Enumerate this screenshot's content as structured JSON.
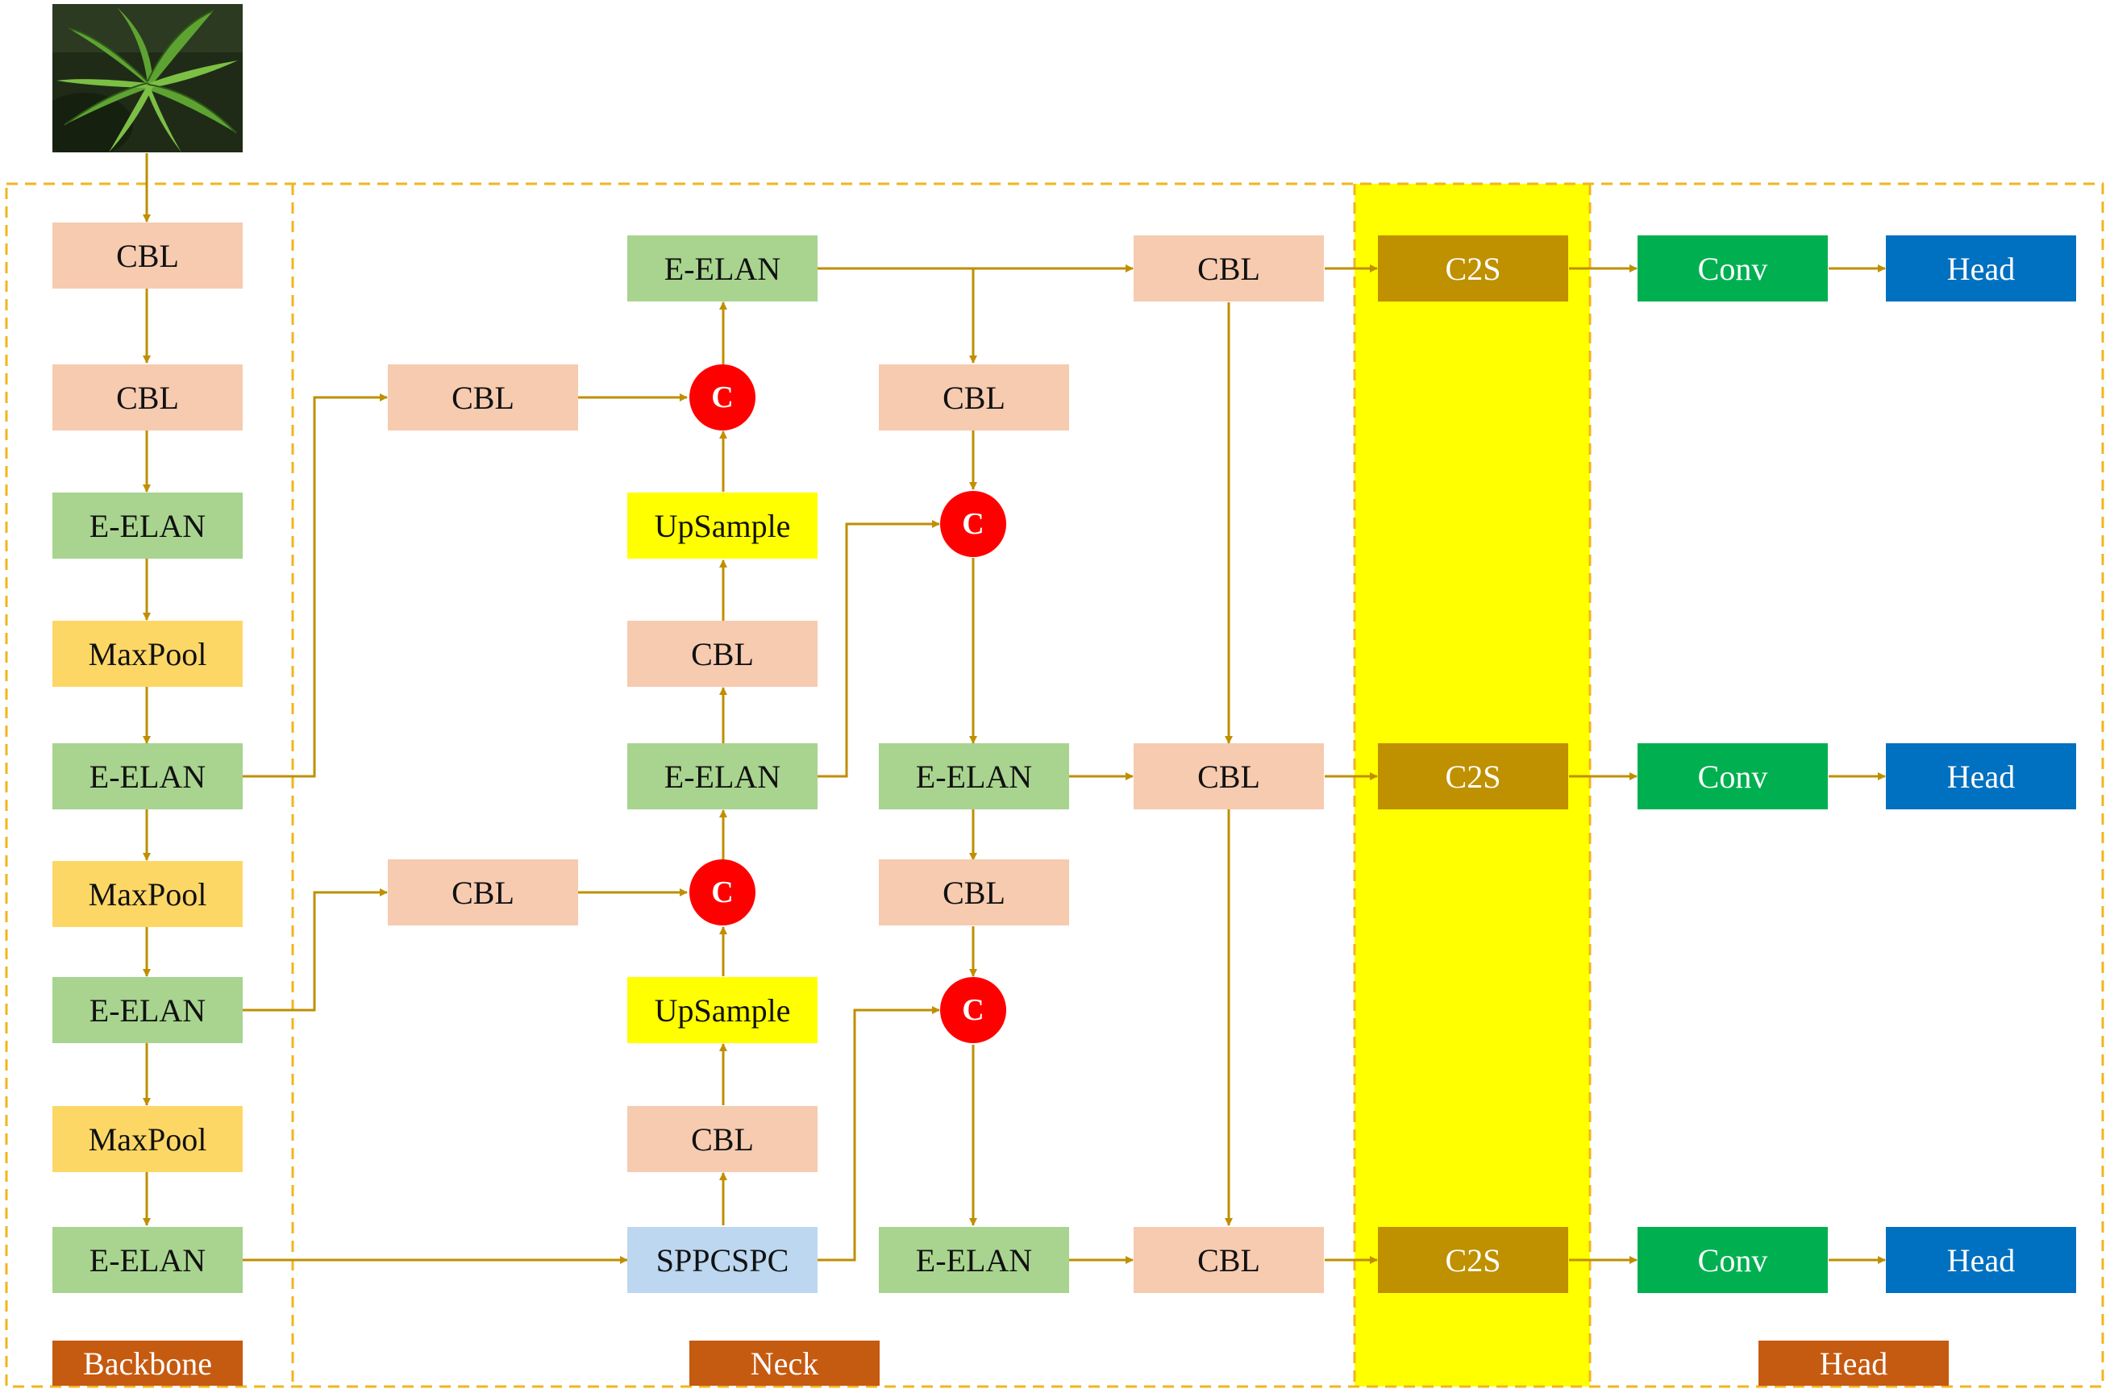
{
  "backbone": {
    "blocks": [
      "CBL",
      "CBL",
      "E-ELAN",
      "MaxPool",
      "E-ELAN",
      "MaxPool",
      "E-ELAN",
      "MaxPool",
      "E-ELAN"
    ],
    "label": "Backbone"
  },
  "neck": {
    "lateral_cbl": [
      "CBL",
      "CBL"
    ],
    "topdown": {
      "top_elan": "E-ELAN",
      "upsample_1": "UpSample",
      "cbl_1": "CBL",
      "mid_elan": "E-ELAN",
      "upsample_2": "UpSample",
      "cbl_2": "CBL",
      "spp": "SPPCSPC"
    },
    "bottomup": {
      "cbl_1": "CBL",
      "mid_elan": "E-ELAN",
      "cbl_2": "CBL",
      "bottom_elan": "E-ELAN"
    },
    "out_cbl": [
      "CBL",
      "CBL",
      "CBL"
    ],
    "concat_symbol": "C",
    "label": "Neck"
  },
  "c2s": [
    "C2S",
    "C2S",
    "C2S"
  ],
  "head": {
    "conv": [
      "Conv",
      "Conv",
      "Conv"
    ],
    "outputs": [
      "Head",
      "Head",
      "Head"
    ],
    "label": "Head"
  },
  "colors": {
    "CBL": "#f6cbb0",
    "E-ELAN": "#a8d48f",
    "MaxPool": "#fdd766",
    "UpSample": "#ffff00",
    "SPPCSPC": "#bcd7ef",
    "C2S": "#bf9000",
    "Conv": "#00b050",
    "Head": "#0070c0",
    "concat": "#ff0000",
    "arrows": "#bf8f00",
    "dashed_border": "#f2b51d",
    "section_label": "#c55a11"
  },
  "input_image": "leaf-photo"
}
